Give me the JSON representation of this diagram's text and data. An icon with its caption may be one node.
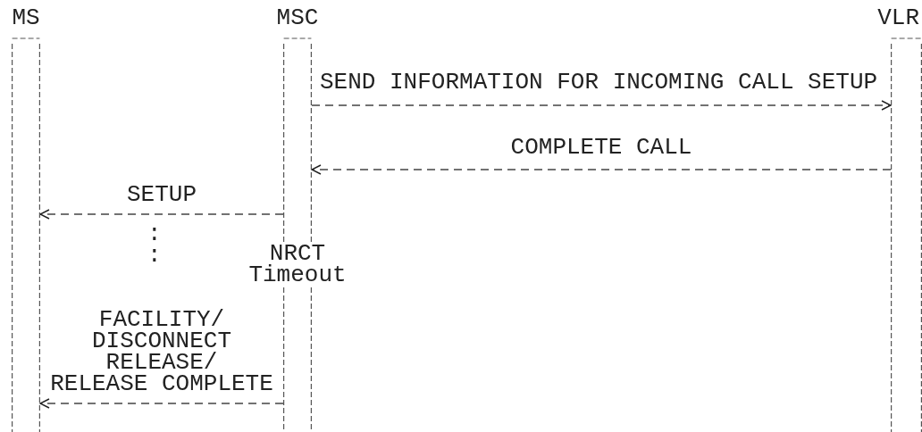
{
  "diagram": {
    "nodes": [
      {
        "text": [
          "MS"
        ]
      },
      {
        "text": [
          "MSC"
        ]
      },
      {
        "text": [
          "VLR"
        ]
      }
    ],
    "edges": [
      {
        "from": 1,
        "to": 2,
        "arrow": "to",
        "label": "SEND INFORMATION FOR INCOMING CALL SETUP",
        "style": "dashed"
      },
      {
        "from": 2,
        "to": 1,
        "arrow": "to",
        "label": "COMPLETE CALL",
        "style": "dashed"
      },
      {
        "from": 1,
        "to": 0,
        "arrow": "to",
        "label": "SETUP",
        "style": "dashed"
      },
      {
        "from": 1,
        "to": 0,
        "arrow": "to",
        "label": "FACILITY/ DISCONNECT RELEASE/ RELEASE COMPLETE",
        "style": "dashed"
      }
    ],
    "labels": [
      ":",
      ":",
      "NRCT Timeout"
    ]
  }
}
